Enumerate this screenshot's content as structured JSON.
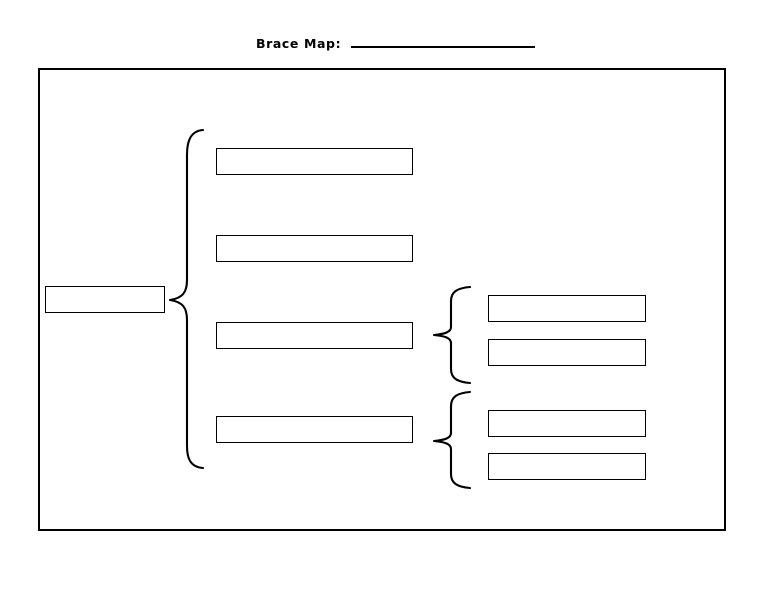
{
  "page": {
    "title_label": "Brace Map:",
    "title_blank_value": "",
    "background_color": "#ffffff",
    "line_color": "#000000"
  },
  "diagram": {
    "type": "brace-map",
    "frame": {
      "label": "diagram-frame"
    },
    "topic": {
      "label": "topic-box",
      "text": ""
    },
    "main_brace": {
      "label": "main-brace",
      "orientation": "left-pointing"
    },
    "parts": [
      {
        "id": "part-1",
        "text": "",
        "has_subparts": false
      },
      {
        "id": "part-2",
        "text": "",
        "has_subparts": false
      },
      {
        "id": "part-3",
        "text": "",
        "has_subparts": true
      },
      {
        "id": "part-4",
        "text": "",
        "has_subparts": true
      }
    ],
    "sub_braces": [
      {
        "id": "sub-brace-3",
        "parent": "part-3"
      },
      {
        "id": "sub-brace-4",
        "parent": "part-4"
      }
    ],
    "subparts": [
      {
        "id": "sub-3-1",
        "parent": "part-3",
        "text": ""
      },
      {
        "id": "sub-3-2",
        "parent": "part-3",
        "text": ""
      },
      {
        "id": "sub-4-1",
        "parent": "part-4",
        "text": ""
      },
      {
        "id": "sub-4-2",
        "parent": "part-4",
        "text": ""
      }
    ]
  }
}
